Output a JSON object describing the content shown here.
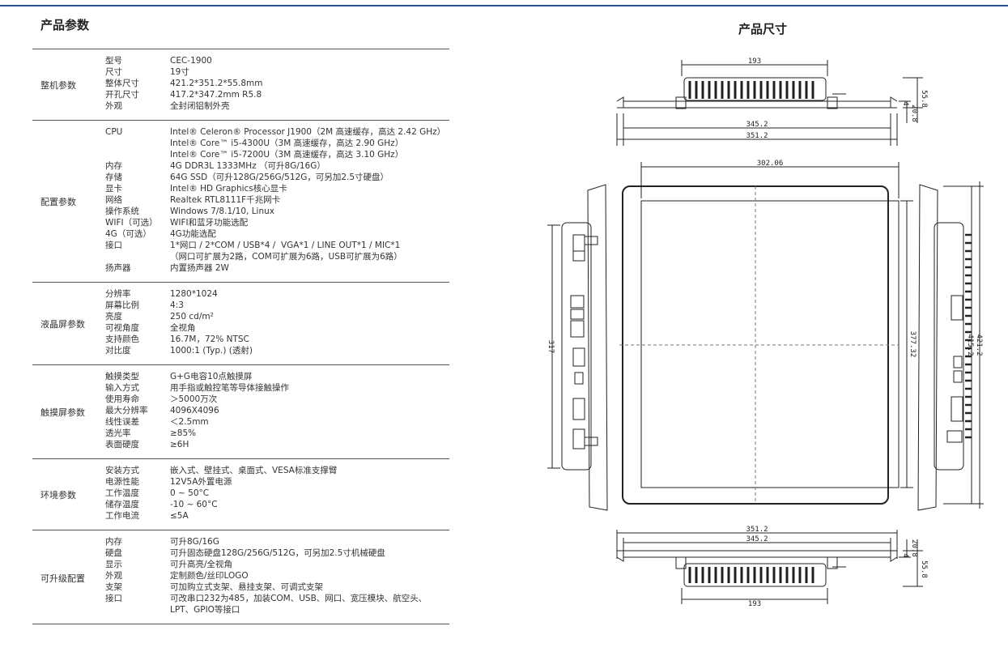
{
  "left_title": "产品参数",
  "right_title": "产品尺寸",
  "spec_groups": [
    {
      "name": "整机参数",
      "rows": [
        {
          "k": "型号",
          "v": "CEC-1900"
        },
        {
          "k": "尺寸",
          "v": "19寸"
        },
        {
          "k": "整体尺寸",
          "v": "421.2*351.2*55.8mm"
        },
        {
          "k": "开孔尺寸",
          "v": "417.2*347.2mm R5.8"
        },
        {
          "k": "外观",
          "v": "全封闭铝制外壳"
        }
      ]
    },
    {
      "name": "配置参数",
      "rows": [
        {
          "k": "CPU",
          "v": "Intel® Celeron® Processor J1900（2M 高速缓存，高达 2.42 GHz）"
        },
        {
          "k": "",
          "v": "Intel® Core™ i5-4300U（3M 高速缓存，高达 2.90 GHz）"
        },
        {
          "k": "",
          "v": "Intel® Core™ i5-7200U（3M 高速缓存，高达 3.10 GHz）"
        },
        {
          "k": "内存",
          "v": "4G DDR3L 1333MHz （可升8G/16G）"
        },
        {
          "k": "存储",
          "v": "64G SSD（可升128G/256G/512G，可另加2.5寸硬盘）"
        },
        {
          "k": "显卡",
          "v": "Intel® HD Graphics核心显卡"
        },
        {
          "k": "网络",
          "v": "Realtek RTL8111F千兆网卡"
        },
        {
          "k": "操作系统",
          "v": "Windows 7/8.1/10, Linux"
        },
        {
          "k": "WIFI（可选）",
          "v": "WIFI和蓝牙功能选配"
        },
        {
          "k": "4G（可选）",
          "v": "4G功能选配"
        },
        {
          "k": "接口",
          "v": "1*网口 / 2*COM / USB*4 /  VGA*1 / LINE OUT*1 / MIC*1"
        },
        {
          "k": "",
          "v": "（网口可扩展为2路，COM可扩展为6路，USB可扩展为6路）"
        },
        {
          "k": "扬声器",
          "v": "内置扬声器 2W"
        }
      ]
    },
    {
      "name": "液晶屏参数",
      "rows": [
        {
          "k": "分辨率",
          "v": "1280*1024"
        },
        {
          "k": "屏幕比例",
          "v": "4:3"
        },
        {
          "k": "亮度",
          "v": "250 cd/m²"
        },
        {
          "k": "可视角度",
          "v": "全视角"
        },
        {
          "k": "支持颜色",
          "v": "16.7M，72% NTSC"
        },
        {
          "k": "对比度",
          "v": "1000:1 (Typ.) (透射)"
        }
      ]
    },
    {
      "name": "触摸屏参数",
      "rows": [
        {
          "k": "触摸类型",
          "v": "G+G电容10点触摸屏"
        },
        {
          "k": "输入方式",
          "v": "用手指或触控笔等导体接触操作"
        },
        {
          "k": "使用寿命",
          "v": "＞5000万次"
        },
        {
          "k": "最大分辨率",
          "v": "4096X4096"
        },
        {
          "k": "线性误差",
          "v": "＜2.5mm"
        },
        {
          "k": "透光率",
          "v": "≥85%"
        },
        {
          "k": "表面硬度",
          "v": "≥6H"
        }
      ]
    },
    {
      "name": "环境参数",
      "rows": [
        {
          "k": "安装方式",
          "v": "嵌入式、壁挂式、桌面式、VESA标准支撑臂"
        },
        {
          "k": "电源性能",
          "v": "12V5A外置电源"
        },
        {
          "k": "工作温度",
          "v": "0 ~ 50°C"
        },
        {
          "k": "储存温度",
          "v": "-10 ~ 60°C"
        },
        {
          "k": "工作电流",
          "v": "≤5A"
        }
      ]
    },
    {
      "name": "可升级配置",
      "rows": [
        {
          "k": "内存",
          "v": "可升8G/16G"
        },
        {
          "k": "硬盘",
          "v": "可升固态硬盘128G/256G/512G，可另加2.5寸机械硬盘"
        },
        {
          "k": "显示",
          "v": "可升高亮/全视角"
        },
        {
          "k": "外观",
          "v": "定制颜色/丝印LOGO"
        },
        {
          "k": "支架",
          "v": "可加购立式支架、悬挂支架、可调式支架"
        },
        {
          "k": "接口",
          "v": "可改串口232为485，加装COM、USB、网口、宽压模块、航空头、"
        },
        {
          "k": "",
          "v": "LPT、GPIO等接口"
        }
      ]
    }
  ],
  "dimensions": {
    "top_view": {
      "d1": "193",
      "d2": "345.2",
      "d3": "351.2",
      "side1": "55.8",
      "side2": "20.8",
      "side3": "4"
    },
    "front_view": {
      "width": "302.06",
      "height_left": "317",
      "height_inner": "377.32",
      "height_r1": "415.2",
      "height_r2": "421.2"
    },
    "bottom_view": {
      "d1": "351.2",
      "d2": "345.2",
      "d3": "193",
      "side1": "55.8",
      "side2": "20.8",
      "side3": "4"
    }
  }
}
